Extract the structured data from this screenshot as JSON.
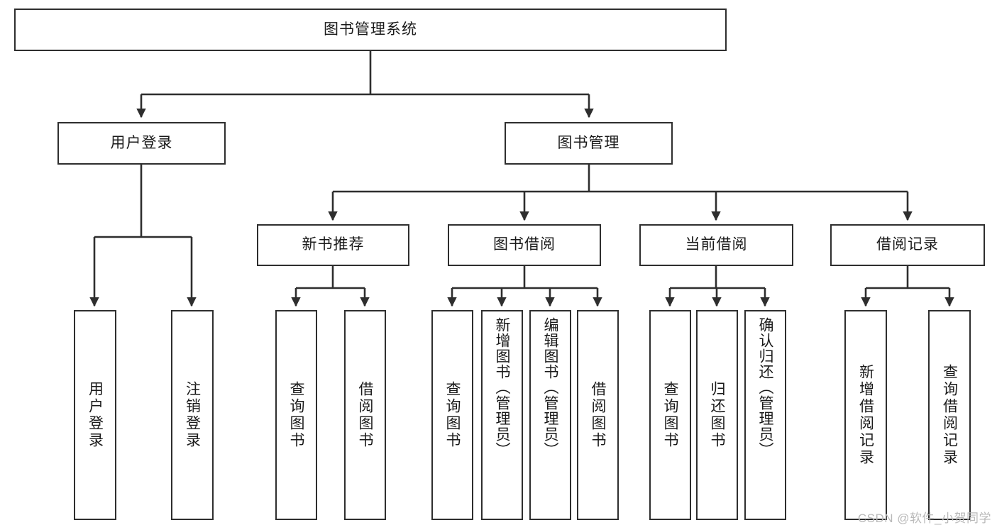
{
  "diagram": {
    "title": "图书管理系统",
    "type": "tree",
    "watermark": "CSDN @软件_小贺同学",
    "colors": {
      "box_border": "#2e2e2e",
      "box_fill": "#ffffff",
      "edge": "#2e2e2e",
      "text": "#1a1a1a",
      "watermark": "#b9b9b9"
    },
    "nodes": {
      "root": {
        "label": "图书管理系统"
      },
      "level2": [
        {
          "id": "user_login",
          "label": "用户登录"
        },
        {
          "id": "book_mgmt",
          "label": "图书管理"
        }
      ],
      "level3": [
        {
          "id": "new_book_rec",
          "label": "新书推荐"
        },
        {
          "id": "book_borrow",
          "label": "图书借阅"
        },
        {
          "id": "current_borrow",
          "label": "当前借阅"
        },
        {
          "id": "borrow_record",
          "label": "借阅记录"
        }
      ],
      "leaves": {
        "user_login": [
          {
            "id": "leaf_user_login",
            "label": "用户登录"
          },
          {
            "id": "leaf_logout",
            "label": "注销登录"
          }
        ],
        "new_book_rec": [
          {
            "id": "leaf_query_book_1",
            "label": "查询图书"
          },
          {
            "id": "leaf_borrow_book_1",
            "label": "借阅图书"
          }
        ],
        "book_borrow": [
          {
            "id": "leaf_query_book_2",
            "label": "查询图书"
          },
          {
            "id": "leaf_add_book",
            "label": "新增图书（管理员）"
          },
          {
            "id": "leaf_edit_book",
            "label": "编辑图书（管理员）"
          },
          {
            "id": "leaf_borrow_book_2",
            "label": "借阅图书"
          }
        ],
        "current_borrow": [
          {
            "id": "leaf_query_book_3",
            "label": "查询图书"
          },
          {
            "id": "leaf_return_book",
            "label": "归还图书"
          },
          {
            "id": "leaf_confirm_return",
            "label": "确认归还（管理员）"
          }
        ],
        "borrow_record": [
          {
            "id": "leaf_add_record",
            "label": "新增借阅记录"
          },
          {
            "id": "leaf_query_record",
            "label": "查询借阅记录"
          }
        ]
      }
    }
  }
}
